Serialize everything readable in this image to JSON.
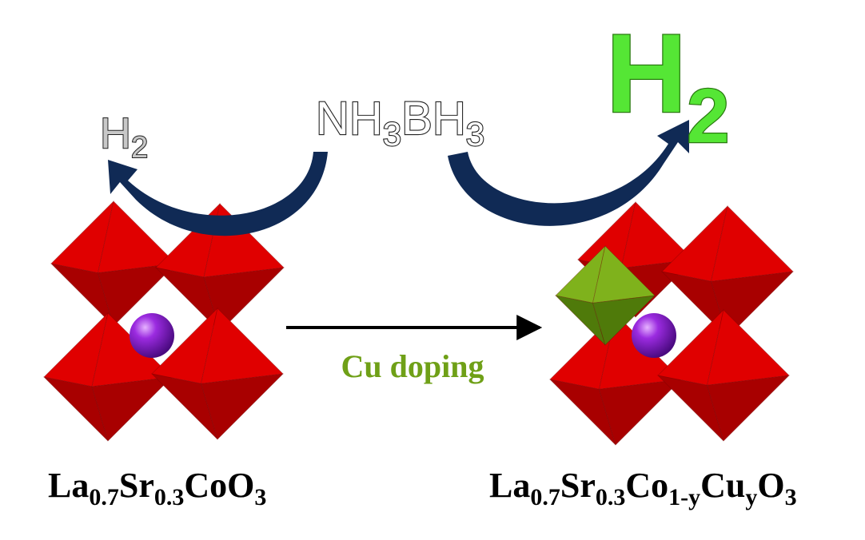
{
  "colors": {
    "octahedron": "#e00000",
    "octahedron_dark": "#a80000",
    "cu_octahedron": "#7fb21c",
    "cu_octahedron_dark": "#4f7a0a",
    "sphere": "#8a1fd4",
    "arrow_curve": "#102a55",
    "reaction_arrow": "#000000",
    "h2_big_fill": "#55e635",
    "h2_small_fill": "#c8c8c8",
    "nh3bh3_fill": "#ffffff",
    "doping_text": "#6fa017"
  },
  "reactant": {
    "parts": [
      "NH",
      "3",
      "BH",
      "3"
    ]
  },
  "product_left": {
    "main": "H",
    "sub": "2"
  },
  "product_right": {
    "main": "H",
    "sub": "2"
  },
  "process_label": "Cu doping",
  "formula_left": {
    "parts": [
      "La",
      "0.7",
      "Sr",
      "0.3",
      "CoO",
      "3"
    ]
  },
  "formula_right": {
    "parts": [
      "La",
      "0.7",
      "Sr",
      "0.3",
      "Co",
      "1-y",
      "Cu",
      "y",
      "O",
      "3"
    ]
  }
}
